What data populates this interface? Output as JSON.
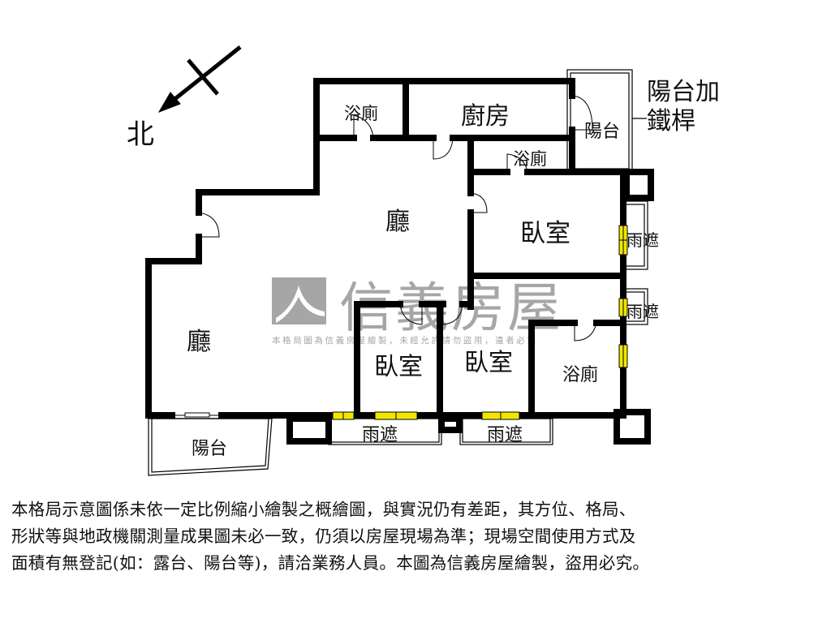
{
  "compass": {
    "north_label": "北"
  },
  "rooms": {
    "bath_top_left": "浴廁",
    "kitchen": "廚房",
    "balcony_top": "陽台",
    "balcony_top_note": "陽台加鐵桿",
    "bath_middle": "浴廁",
    "living_upper": "廳",
    "bedroom_master": "臥室",
    "canopy_right_1": "雨遮",
    "canopy_right_2": "雨遮",
    "living_lower": "廳",
    "bedroom_left": "臥室",
    "bedroom_middle": "臥室",
    "bath_lower": "浴廁",
    "balcony_bottom": "陽台",
    "canopy_bottom_1": "雨遮",
    "canopy_bottom_2": "雨遮"
  },
  "watermark": {
    "brand": "信義房屋",
    "notice": "本格局圖為信義房屋繪製，未經允許請勿盜用，違者必究"
  },
  "footnote": [
    "本格局示意圖係未依一定比例縮小繪製之概繪圖，與實況仍有差距，其方位、格局、",
    "形狀等與地政機關測量成果圖未必一致，仍須以房屋現場為準；現場空間使用方式及",
    "面積有無登記(如：露台、陽台等)，請洽業務人員。本圖為信義房屋繪製，盜用必究。"
  ],
  "colors": {
    "wall": "#000000",
    "window": "#f2e600",
    "watermark": "#a6a6a6"
  }
}
